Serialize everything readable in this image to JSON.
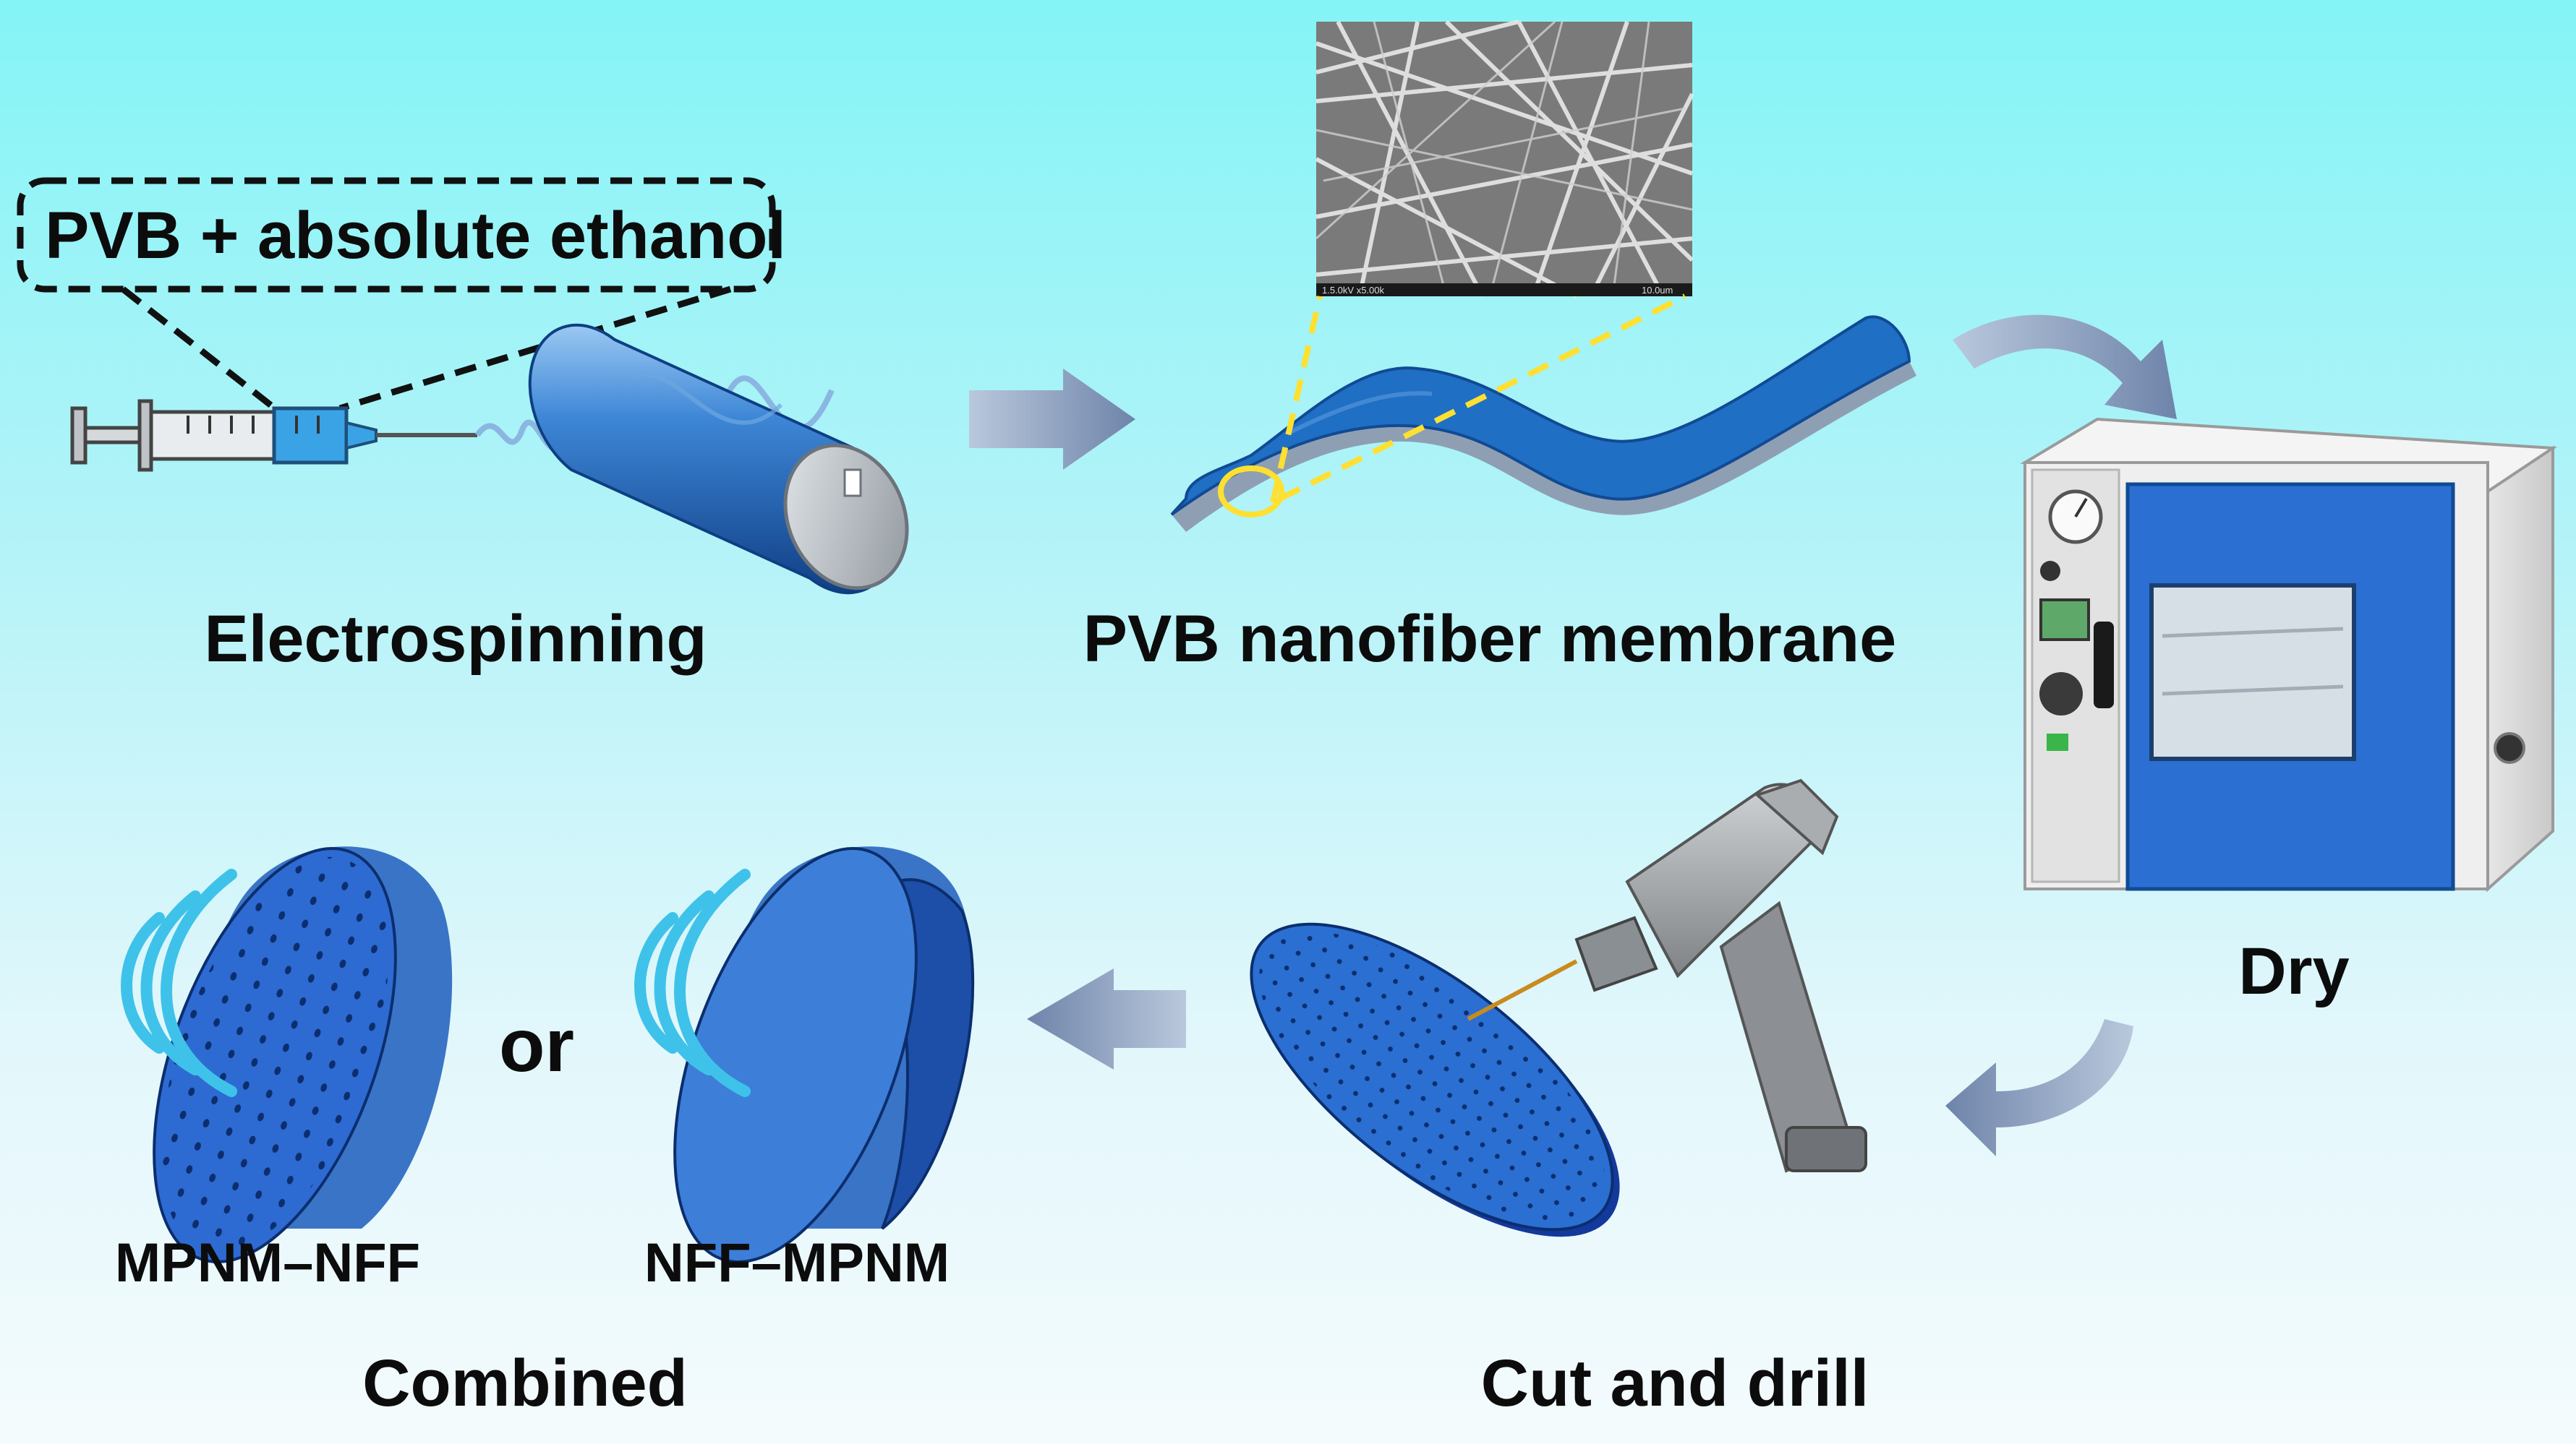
{
  "figure": {
    "solution_label": "PVB + absolute ethanol",
    "steps": {
      "electrospinning": "Electrospinning",
      "membrane": "PVB nanofiber membrane",
      "dry": "Dry",
      "cut_drill": "Cut and drill",
      "combined": "Combined"
    },
    "combos": {
      "left": "MPNM–NFF",
      "connector": "or",
      "right": "NFF–MPNM"
    },
    "sem_scale": {
      "left": "1.5.0kV x5.00k",
      "right": "10.0um"
    },
    "colors": {
      "membrane_blue": "#1f6fc4",
      "arrow": "#7c8fb2",
      "accent_yellow": "#ffe030",
      "sound_waves": "#3fc2ea"
    }
  }
}
